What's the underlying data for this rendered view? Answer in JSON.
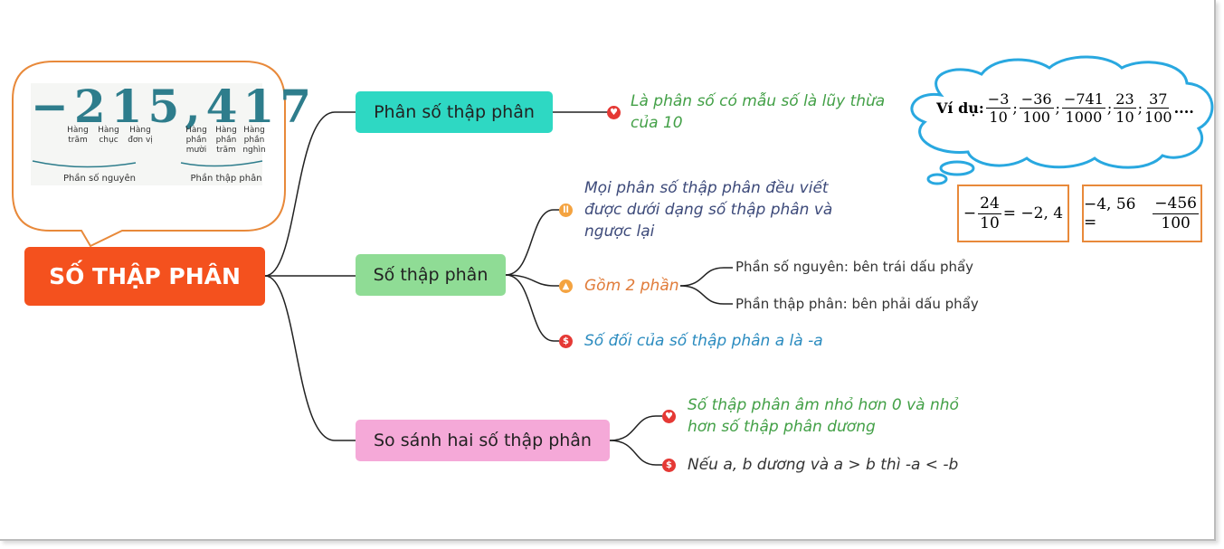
{
  "root": {
    "label": "SỐ THẬP PHÂN"
  },
  "image_panel": {
    "number": "−215,417",
    "places_integer": [
      "Hàng trăm",
      "Hàng chục",
      "Hàng đơn vị"
    ],
    "places_decimal": [
      "Hàng phần mười",
      "Hàng phần trăm",
      "Hàng phần nghìn"
    ],
    "integer_part_label": "Phần số nguyên",
    "decimal_part_label": "Phần thập phân"
  },
  "branches": [
    {
      "label": "Phân số thập phân",
      "children": [
        {
          "text": "Là phân số có mẫu số là lũy thừa của 10",
          "icon": "heart-icon",
          "icon_color": "#e53935",
          "text_color": "#43a047"
        }
      ]
    },
    {
      "label": "Số thập phân",
      "children": [
        {
          "text": "Mọi phân số thập phân đều viết được dưới dạng số thập phân và ngược lại",
          "icon": "pause-icon",
          "icon_color": "#f4a340",
          "text_color": "#3d4a7a"
        },
        {
          "text": "Gồm 2 phần",
          "icon": "bell-icon",
          "icon_color": "#f4a340",
          "text_color": "#e07b39",
          "children": [
            "Phần số nguyên: bên trái dấu phẩy",
            "Phần thập phân: bên phải dấu phẩy"
          ]
        },
        {
          "text": "Số đối của số thập phân a là -a",
          "icon": "dollar-icon",
          "icon_color": "#e53935",
          "text_color": "#2a8bbf"
        }
      ]
    },
    {
      "label": "So sánh hai số thập phân",
      "children": [
        {
          "text": "Số thập phân âm nhỏ hơn 0 và nhỏ hơn số thập phân dương",
          "icon": "heart-icon",
          "icon_color": "#e53935",
          "text_color": "#43a047"
        },
        {
          "text": "Nếu a, b dương và a > b thì -a < -b",
          "icon": "dollar-icon",
          "icon_color": "#e53935",
          "text_color": "#333333"
        }
      ]
    }
  ],
  "cloud": {
    "prefix": "Ví dụ:",
    "fractions": [
      [
        "−3",
        "10"
      ],
      [
        "−36",
        "100"
      ],
      [
        "−741",
        "1000"
      ],
      [
        "23",
        "10"
      ],
      [
        "37",
        "100"
      ]
    ],
    "separator": ";",
    "suffix": "...."
  },
  "example_boxes": [
    {
      "lead": "−",
      "num": "24",
      "den": "10",
      "rest": "= −2, 4"
    },
    {
      "lead": "−4, 56 =",
      "num": "−456",
      "den": "100",
      "rest": ""
    }
  ],
  "colors": {
    "root_bg": "#f4511e",
    "b1_bg": "#2ed8c3",
    "b2_bg": "#8fdc95",
    "b3_bg": "#f5a9d8",
    "cloud_stroke": "#29a8e0",
    "box_stroke": "#e8893a"
  }
}
